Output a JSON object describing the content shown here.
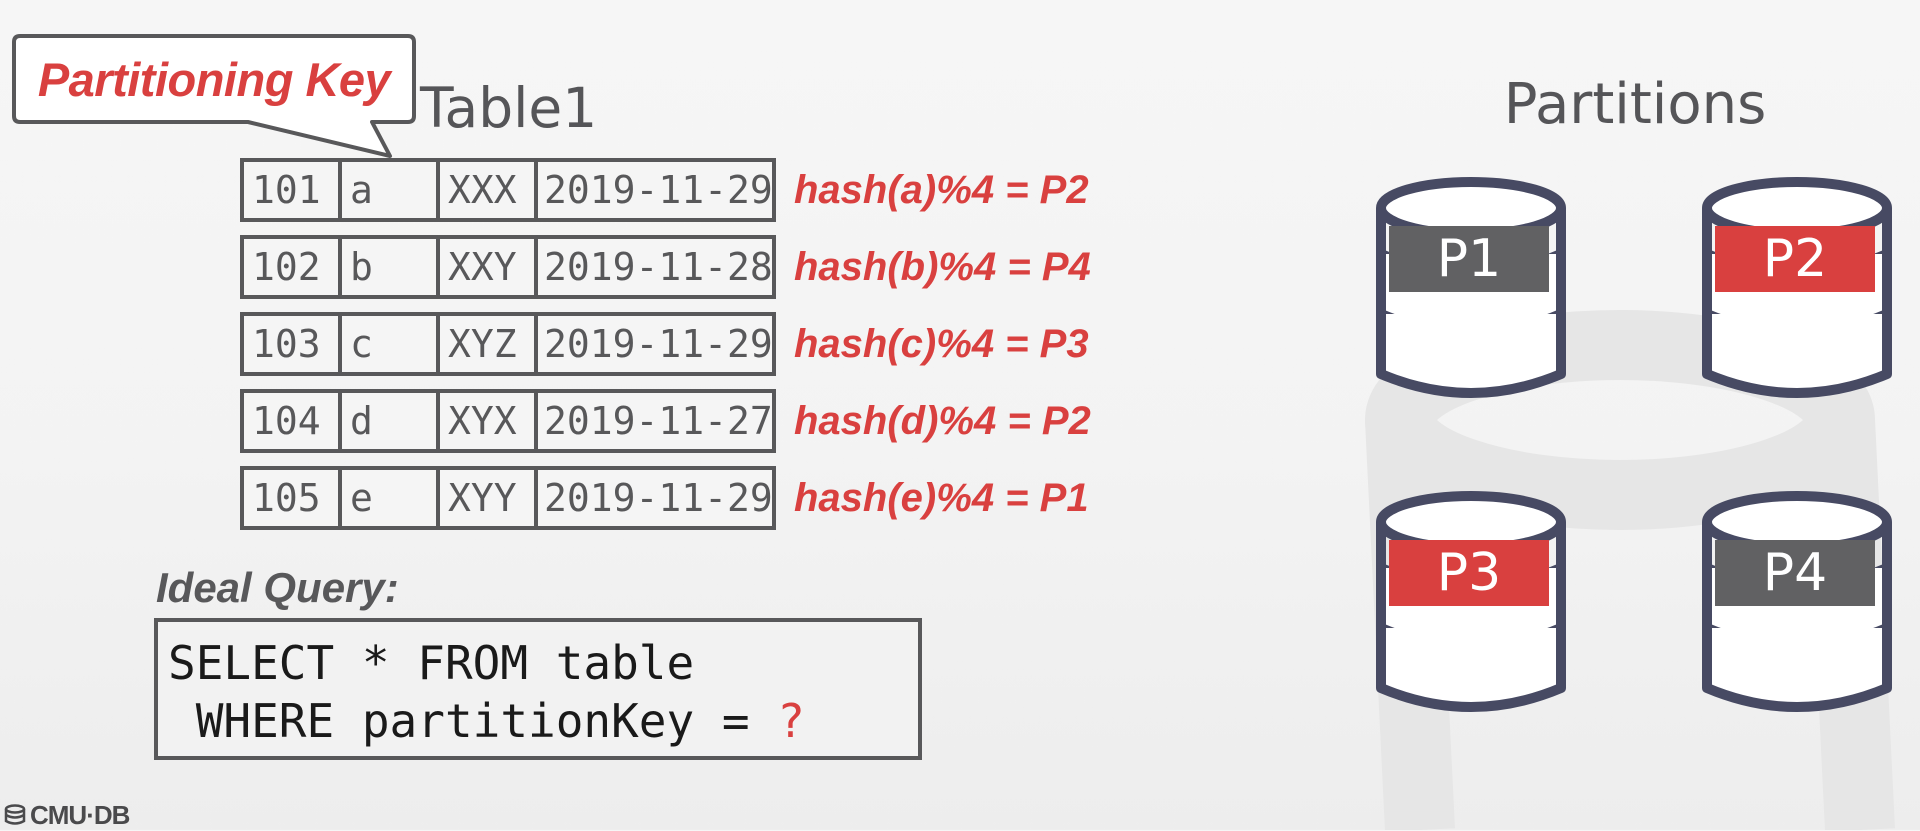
{
  "callout": {
    "text": "Partitioning Key"
  },
  "table": {
    "title": "Table1",
    "rows": [
      {
        "id": "101",
        "key": "a",
        "val": "XXX",
        "date": "2019-11-29",
        "hash": "hash(a)%4 = P2"
      },
      {
        "id": "102",
        "key": "b",
        "val": "XXY",
        "date": "2019-11-28",
        "hash": "hash(b)%4 = P4"
      },
      {
        "id": "103",
        "key": "c",
        "val": "XYZ",
        "date": "2019-11-29",
        "hash": "hash(c)%4 = P3"
      },
      {
        "id": "104",
        "key": "d",
        "val": "XYX",
        "date": "2019-11-27",
        "hash": "hash(d)%4 = P2"
      },
      {
        "id": "105",
        "key": "e",
        "val": "XYY",
        "date": "2019-11-29",
        "hash": "hash(e)%4 = P1"
      }
    ]
  },
  "query": {
    "label": "Ideal Query:",
    "line1": "SELECT * FROM table",
    "line2": " WHERE partitionKey = ",
    "placeholder": "?"
  },
  "partitions": {
    "title": "Partitions",
    "items": [
      {
        "label": "P1",
        "highlighted": false
      },
      {
        "label": "P2",
        "highlighted": true
      },
      {
        "label": "P3",
        "highlighted": true
      },
      {
        "label": "P4",
        "highlighted": false
      }
    ]
  },
  "colors": {
    "accent": "#d9403f",
    "text_gray": "#58585a",
    "db_outline": "#474a63",
    "label_gray": "#616163"
  },
  "footer": {
    "logo": "CMU·DB",
    "logo_icon": "database-icon"
  }
}
